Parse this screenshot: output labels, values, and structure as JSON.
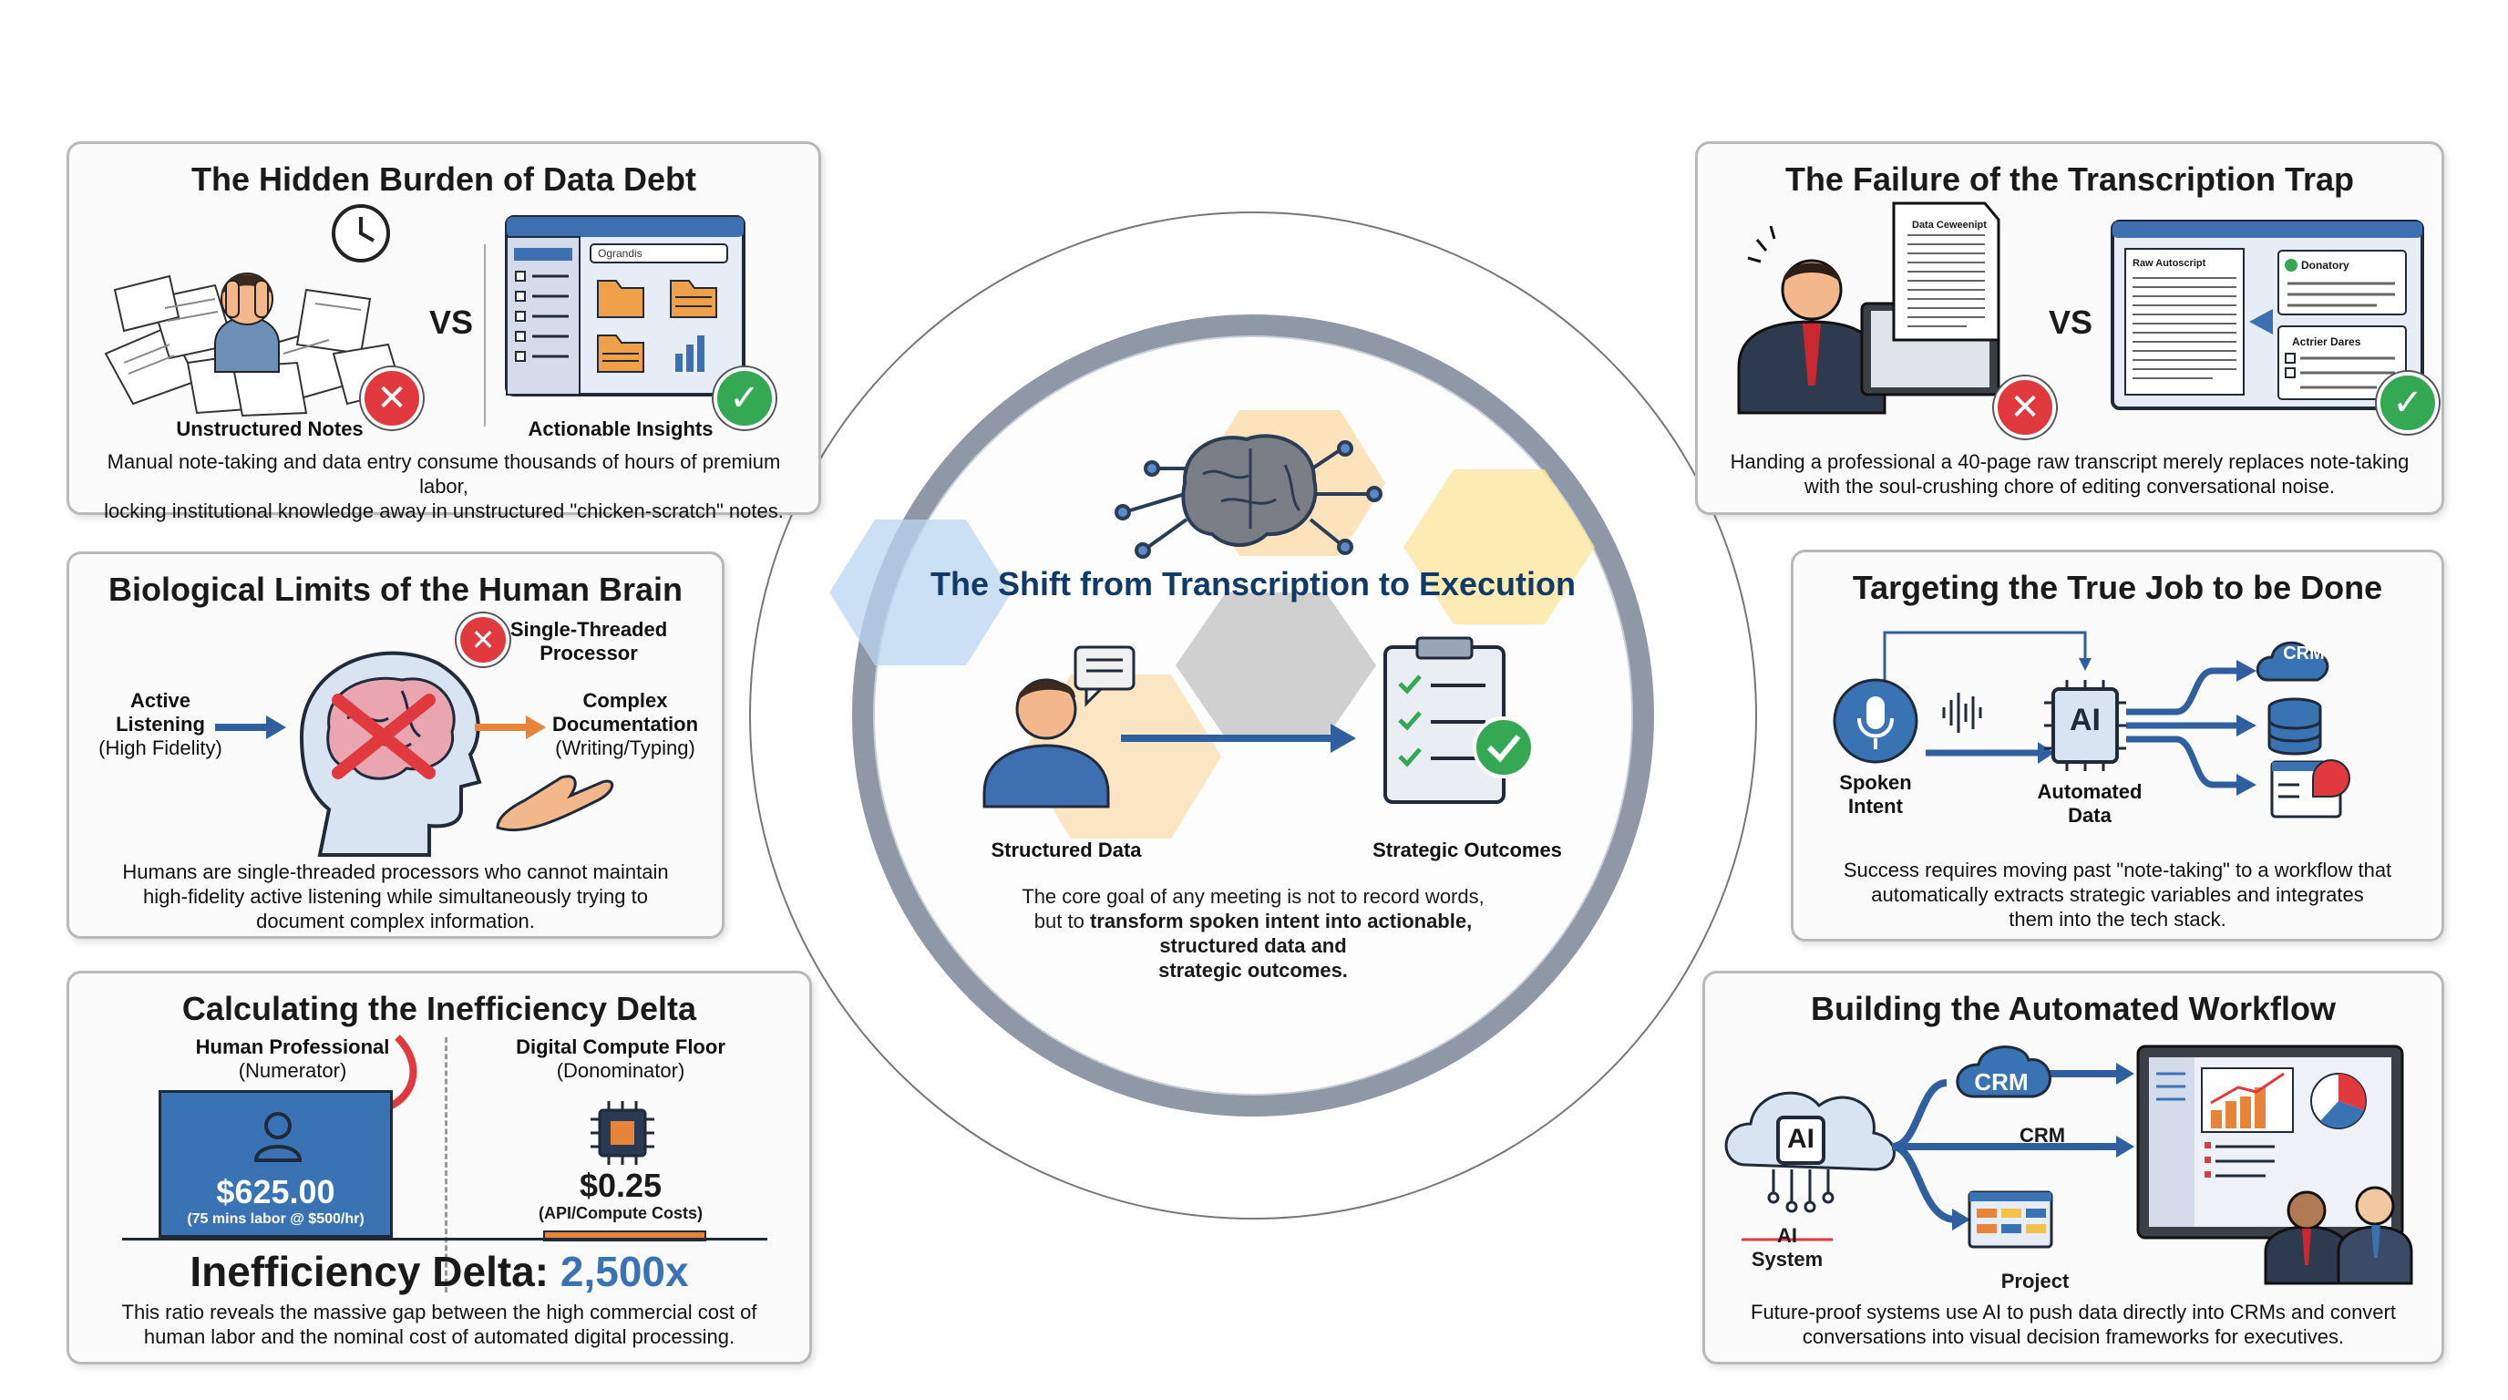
{
  "center": {
    "title": "The Shift from Transcription to Execution",
    "left_label": "Structured Data",
    "right_label": "Strategic Outcomes",
    "desc_line1": "The core goal of any meeting is not to record words,",
    "desc_line2_prefix": "but to",
    "desc_line2_bold": "transform spoken intent into actionable,",
    "desc_line3": "structured data and",
    "desc_line4": "strategic outcomes."
  },
  "data_debt": {
    "title": "The Hidden Burden of Data Debt",
    "vs": "VS",
    "left_label": "Unstructured Notes",
    "right_label": "Actionable Insights",
    "search_text": "Ograndis",
    "desc_line1": "Manual note-taking and data entry consume thousands of hours of premium labor,",
    "desc_line2": "locking institutional knowledge away in unstructured \"chicken-scratch\" notes."
  },
  "biological": {
    "title": "Biological Limits of the Human Brain",
    "active_line1": "Active",
    "active_line2": "Listening",
    "active_line3": "(High Fidelity)",
    "single_line1": "Single-Threaded",
    "single_line2": "Processor",
    "complex_line1": "Complex",
    "complex_line2": "Documentation",
    "complex_line3": "(Writing/Typing)",
    "desc_line1": "Humans are single-threaded processors who cannot maintain",
    "desc_line2": "high-fidelity active listening while simultaneously trying to",
    "desc_line3": "document complex information."
  },
  "inefficiency": {
    "title": "Calculating the Inefficiency Delta",
    "human_line1": "Human Professional",
    "human_line2": "(Numerator)",
    "digital_line1": "Digital Compute Floor",
    "digital_line2": "(Donominator)",
    "human_value": "$625.00",
    "human_note": "(75 mins labor @ $500/hr)",
    "digital_value": "$0.25",
    "digital_note": "(API/Compute Costs)",
    "delta_label": "Inefficiency Delta:",
    "delta_value": "2,500x",
    "desc_line1": "This ratio reveals the massive gap between the high commercial cost of",
    "desc_line2": "human labor and the nominal cost of automated digital processing."
  },
  "transcription_trap": {
    "title": "The Failure of the Transcription Trap",
    "vs": "VS",
    "doc_heading": "Data Ceweenipt",
    "raw_heading": "Raw Autoscript",
    "box1_heading": "Donatory",
    "box2_heading": "Actrier Dares",
    "desc_line1": "Handing a professional a 40-page raw transcript merely replaces note-taking",
    "desc_line2": "with the soul-crushing chore of editing conversational noise."
  },
  "true_job": {
    "title": "Targeting the True Job to be Done",
    "spoken_line1": "Spoken",
    "spoken_line2": "Intent",
    "automated_line1": "Automated",
    "automated_line2": "Data",
    "ai_label": "AI",
    "crm_label": "CRM",
    "desc_line1": "Success requires moving past \"note-taking\" to a workflow that",
    "desc_line2": "automatically extracts strategic variables and integrates",
    "desc_line3": "them into the tech stack."
  },
  "workflow": {
    "title": "Building the Automated Workflow",
    "ai_label": "AI",
    "ai_system_label": "AI System",
    "crm_cloud_label": "CRM",
    "crm_label": "CRM",
    "project_label": "Project",
    "desc_line1": "Future-proof systems use AI to push data directly into CRMs and convert",
    "desc_line2": "conversations into visual decision frameworks for executives."
  },
  "colors": {
    "accent_blue": "#2f5f9e",
    "delta_blue": "#3a73b4",
    "bad_red": "#e0393e",
    "good_green": "#35a853",
    "arrow_orange": "#e8843a"
  }
}
